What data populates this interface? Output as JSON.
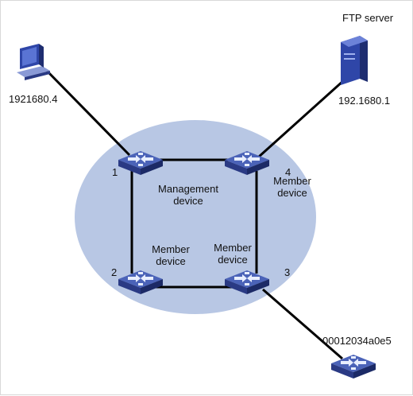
{
  "colors": {
    "cluster_fill": "#b8c7e4",
    "link": "#000000",
    "device_top": "#4b63b8",
    "device_side": "#2a3a84",
    "pc_body": "#3b4fae",
    "server_body": "#2f46a8"
  },
  "nodes": {
    "pc": {
      "icon": "pc-icon",
      "label": "1921680.4"
    },
    "ftp": {
      "icon": "server-icon",
      "title": "FTP server",
      "label": "192.1680.1"
    },
    "sw1": {
      "icon": "switch-icon",
      "port": "1",
      "role": "Management\ndevice"
    },
    "sw2": {
      "icon": "switch-icon",
      "port": "2",
      "role": "Member\ndevice"
    },
    "sw3": {
      "icon": "switch-icon",
      "port": "3",
      "role": "Member\ndevice"
    },
    "sw4": {
      "icon": "switch-icon",
      "port": "4",
      "role": "Member\ndevice"
    },
    "candidate": {
      "icon": "switch-icon",
      "label": "00012034a0e5"
    }
  }
}
